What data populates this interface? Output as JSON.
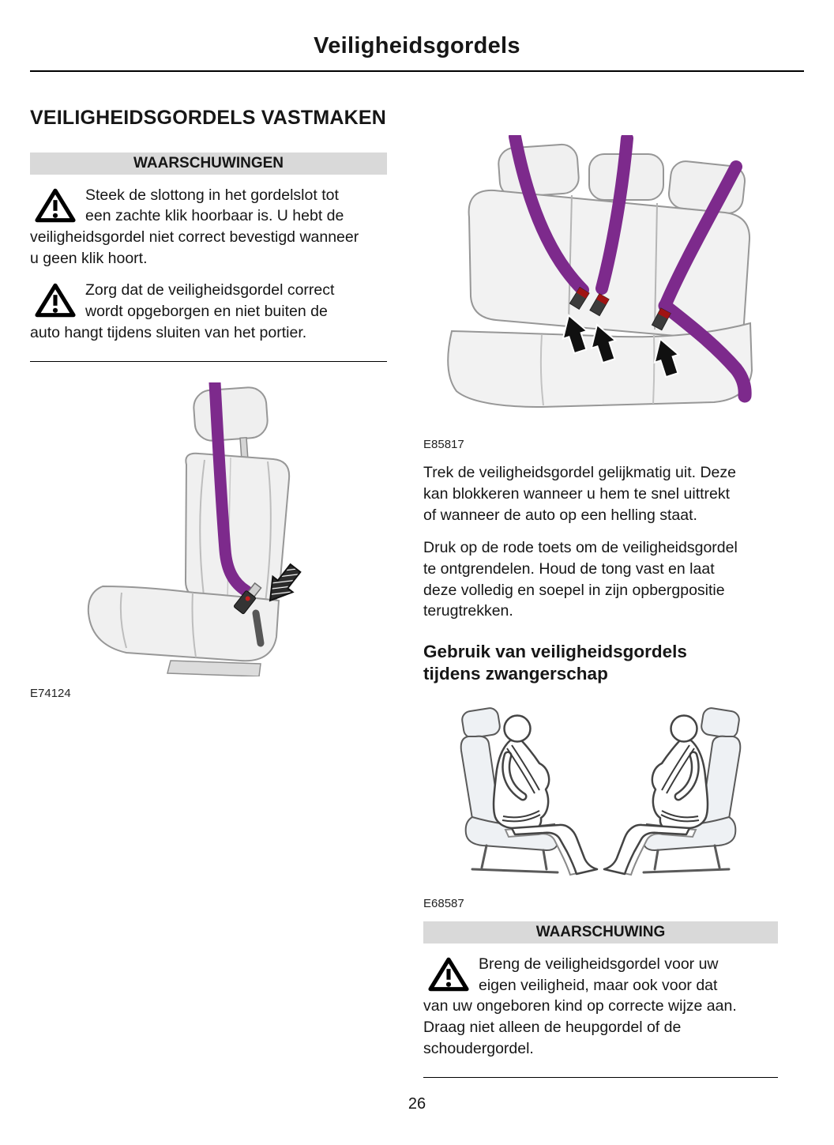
{
  "header": {
    "title": "Veiligheidsgordels"
  },
  "sections": {
    "fasten": {
      "title": "VEILIGHEIDSGORDELS VASTMAKEN",
      "warnings_banner": "WAARSCHUWINGEN",
      "warnings": [
        "Steek de slottong in het gordelslot tot een zachte klik hoorbaar is. U hebt de veiligheidsgordel niet correct bevestigd wanneer u geen klik hoort.",
        "Zorg dat de veiligheidsgordel correct wordt opgeborgen en niet buiten de auto hangt tijdens sluiten van het portier."
      ],
      "paragraphs": [
        "Trek de veiligheidsgordel gelijkmatig uit. Deze kan blokkeren wanneer u hem te snel uittrekt of wanneer de auto op een helling staat.",
        "Druk op de rode toets om de veiligheidsgordel te ontgrendelen. Houd de tong vast en laat deze volledig en soepel in zijn opbergpositie terugtrekken."
      ]
    },
    "pregnancy": {
      "title": "Gebruik van veiligheidsgordels tijdens zwangerschap",
      "warning_banner": "WAARSCHUWING",
      "warning": "Breng de veiligheidsgordel voor uw eigen veiligheid, maar ook voor dat van uw ongeboren kind op correcte wijze aan. Draag niet alleen de heupgordel of de schoudergordel."
    }
  },
  "figures": {
    "rear_seat": {
      "label": "E85817",
      "icon": "rear-bench-seatbelts-illustration"
    },
    "front_seat": {
      "label": "E74124",
      "icon": "front-seat-seatbelt-illustration"
    },
    "pregnancy": {
      "label": "E68587",
      "icon": "pregnant-passengers-seatbelt-illustration"
    }
  },
  "footer": {
    "page_number": "26"
  },
  "style": {
    "belt_purple": "#7d2a8c",
    "banner_gray": "#d9d9d9",
    "buckle_red": "#a01313",
    "warning_icon": "warning-triangle-icon"
  }
}
